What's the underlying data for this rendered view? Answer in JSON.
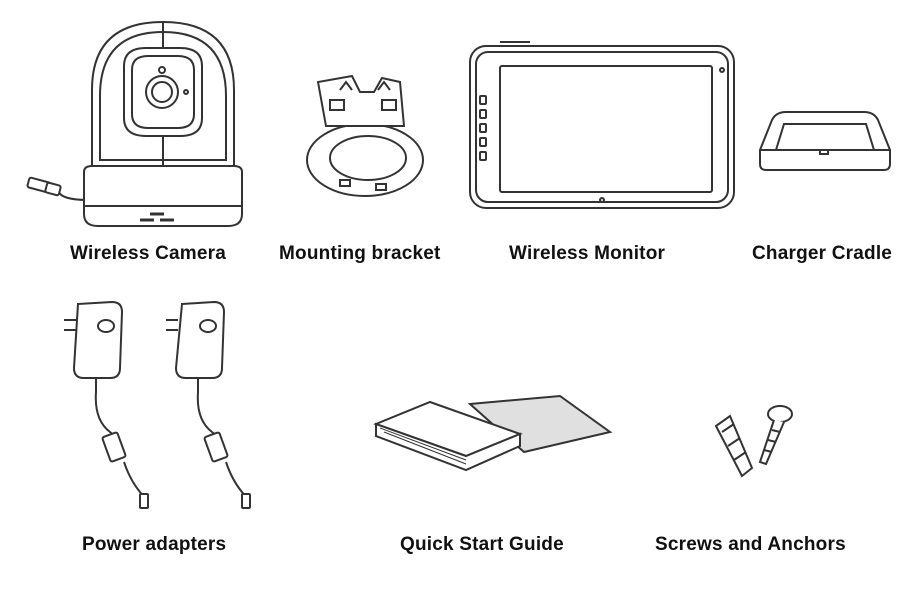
{
  "items": [
    {
      "id": "wireless-camera",
      "label": "Wireless Camera",
      "icon": "camera-icon"
    },
    {
      "id": "mounting-bracket",
      "label": "Mounting bracket",
      "icon": "bracket-icon"
    },
    {
      "id": "wireless-monitor",
      "label": "Wireless Monitor",
      "icon": "monitor-icon"
    },
    {
      "id": "charger-cradle",
      "label": "Charger Cradle",
      "icon": "cradle-icon"
    },
    {
      "id": "power-adapters",
      "label": "Power adapters",
      "icon": "power-adapter-icon"
    },
    {
      "id": "quick-start-guide",
      "label": "Quick Start Guide",
      "icon": "guide-booklet-icon"
    },
    {
      "id": "screws-and-anchors",
      "label": "Screws and Anchors",
      "icon": "screw-anchor-icon"
    }
  ],
  "colors": {
    "line": "#333333",
    "fill": "#ffffff",
    "text": "#111111"
  }
}
